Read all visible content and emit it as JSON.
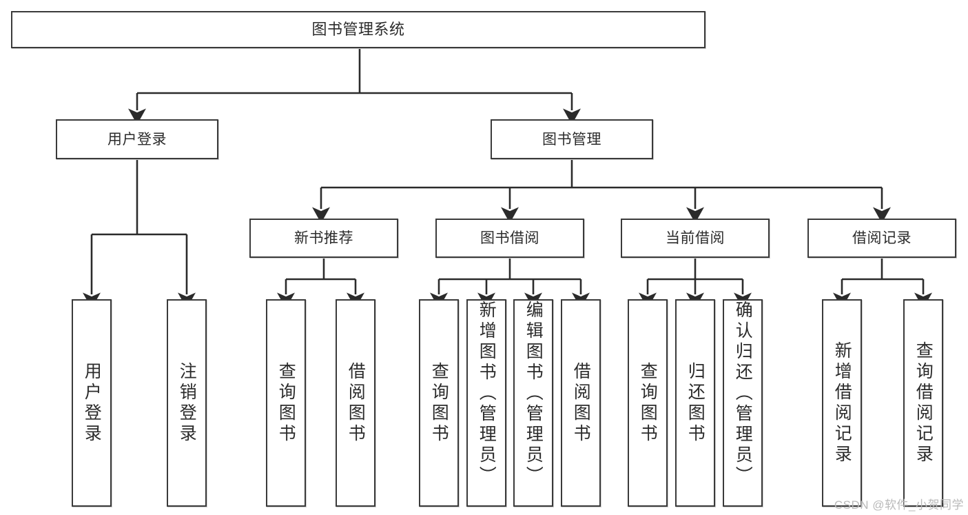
{
  "diagram": {
    "title": "图书管理系统",
    "watermark": "CSDN @软件_小贺同学",
    "accent_color": "#3a3a3a",
    "background_color": "#ffffff",
    "text_color": "#2b2b2b",
    "watermark_color": "#b9b9b9",
    "type": "tree",
    "levels": 4,
    "root": {
      "label": "图书管理系统",
      "children": [
        {
          "label": "用户登录",
          "children": [
            {
              "label": "用户登录"
            },
            {
              "label": "注销登录"
            }
          ]
        },
        {
          "label": "图书管理",
          "children": [
            {
              "label": "新书推荐",
              "children": [
                {
                  "label": "查询图书"
                },
                {
                  "label": "借阅图书"
                }
              ]
            },
            {
              "label": "图书借阅",
              "children": [
                {
                  "label": "查询图书"
                },
                {
                  "label": "新增图书（管理员）"
                },
                {
                  "label": "编辑图书（管理员）"
                },
                {
                  "label": "借阅图书"
                }
              ]
            },
            {
              "label": "当前借阅",
              "children": [
                {
                  "label": "查询图书"
                },
                {
                  "label": "归还图书"
                },
                {
                  "label": "确认归还（管理员）"
                }
              ]
            },
            {
              "label": "借阅记录",
              "children": [
                {
                  "label": "新增借阅记录"
                },
                {
                  "label": "查询借阅记录"
                }
              ]
            }
          ]
        }
      ]
    },
    "nodes": {
      "root": "图书管理系统",
      "user_login": "用户登录",
      "book_manage": "图书管理",
      "new_book_rec": "新书推荐",
      "book_borrow": "图书借阅",
      "current_borrow": "当前借阅",
      "borrow_record": "借阅记录",
      "leaf_user_login": "用户登录",
      "leaf_logout": "注销登录",
      "leaf_query_book_a": "查询图书",
      "leaf_borrow_book_a": "借阅图书",
      "leaf_query_book_b": "查询图书",
      "leaf_add_book_admin": "新增图书（管理员）",
      "leaf_edit_book_admin": "编辑图书（管理员）",
      "leaf_borrow_book_b": "借阅图书",
      "leaf_query_book_c": "查询图书",
      "leaf_return_book": "归还图书",
      "leaf_confirm_return_admin": "确认归还（管理员）",
      "leaf_add_record": "新增借阅记录",
      "leaf_query_record": "查询借阅记录"
    }
  }
}
